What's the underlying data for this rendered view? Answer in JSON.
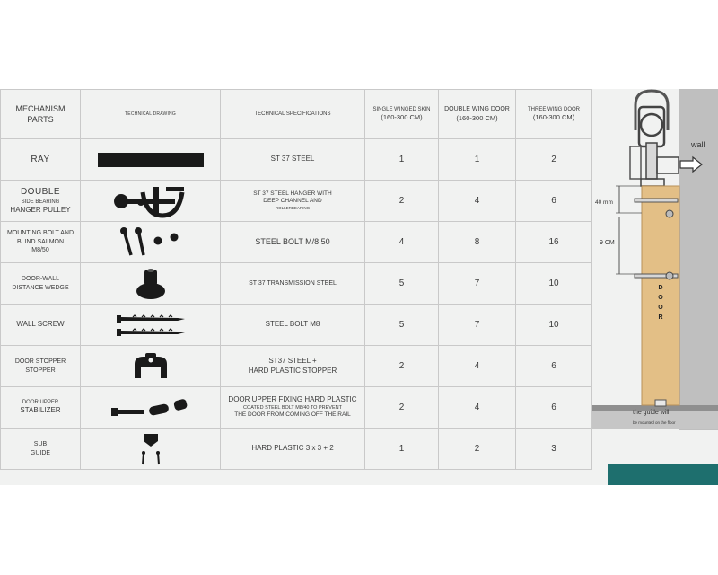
{
  "header": {
    "col_parts": "MECHANISM\nPARTS",
    "col_drawing": "TECHNICAL DRAWING",
    "col_specs": "TECHNICAL SPECIFICATIONS",
    "col_single": "SINGLE WINGED SKIN",
    "col_single_range": "(160-300 CM)",
    "col_double": "DOUBLE WING DOOR",
    "col_double_range": "(160-300 CM)",
    "col_three": "THREE WING DOOR",
    "col_three_range": "(160-300 CM)"
  },
  "rows": [
    {
      "part": "RAY",
      "spec": "ST 37 STEEL",
      "single": "1",
      "double": "1",
      "three": "2"
    },
    {
      "part_main": "DOUBLE",
      "part_sub": "SIDE BEARING",
      "part_end": "HANGER PULLEY",
      "spec_1": "ST 37 STEEL HANGER WITH",
      "spec_2": "DEEP CHANNEL AND",
      "spec_3": "ROLLERBEARING",
      "single": "2",
      "double": "4",
      "three": "6"
    },
    {
      "part_1": "MOUNTING BOLT AND",
      "part_2": "BLIND SALMON",
      "part_3": "M8/50",
      "spec": "STEEL BOLT M/8 50",
      "single": "4",
      "double": "8",
      "three": "16"
    },
    {
      "part_1": "DOOR-WALL",
      "part_2": "DISTANCE WEDGE",
      "spec": "ST 37 TRANSMISSION STEEL",
      "single": "5",
      "double": "7",
      "three": "10"
    },
    {
      "part": "WALL SCREW",
      "spec": "STEEL BOLT M8",
      "single": "5",
      "double": "7",
      "three": "10"
    },
    {
      "part_1": "DOOR STOPPER",
      "part_2": "STOPPER",
      "spec_1": "ST37 STEEL +",
      "spec_2": "HARD PLASTIC STOPPER",
      "single": "2",
      "double": "4",
      "three": "6"
    },
    {
      "part_1": "DOOR UPPER",
      "part_2": "STABILIZER",
      "spec_1": "DOOR UPPER FIXING HARD PLASTIC",
      "spec_2": "COATED STEEL BOLT M8/40 TO PREVENT",
      "spec_3": "THE DOOR FROM COMING OFF THE RAIL",
      "single": "2",
      "double": "4",
      "three": "6"
    },
    {
      "part_1": "SUB",
      "part_2": "GUIDE",
      "spec": "HARD PLASTIC 3 x 3 + 2",
      "single": "1",
      "double": "2",
      "three": "3"
    }
  ],
  "diagram": {
    "wall_label": "wall",
    "dim_top": "40 mm",
    "dim_mid": "9 CM",
    "door_letters": [
      "D",
      "O",
      "O",
      "R"
    ],
    "guide_label": "the guide will",
    "guide_note": "be mounted on the floor"
  },
  "colors": {
    "panel": "#f1f2f1",
    "grid": "#c9c9c9",
    "door_wood": "#e3bf86",
    "accent_teal": "#1e6f6e",
    "hardware": "#1a1a1a"
  }
}
